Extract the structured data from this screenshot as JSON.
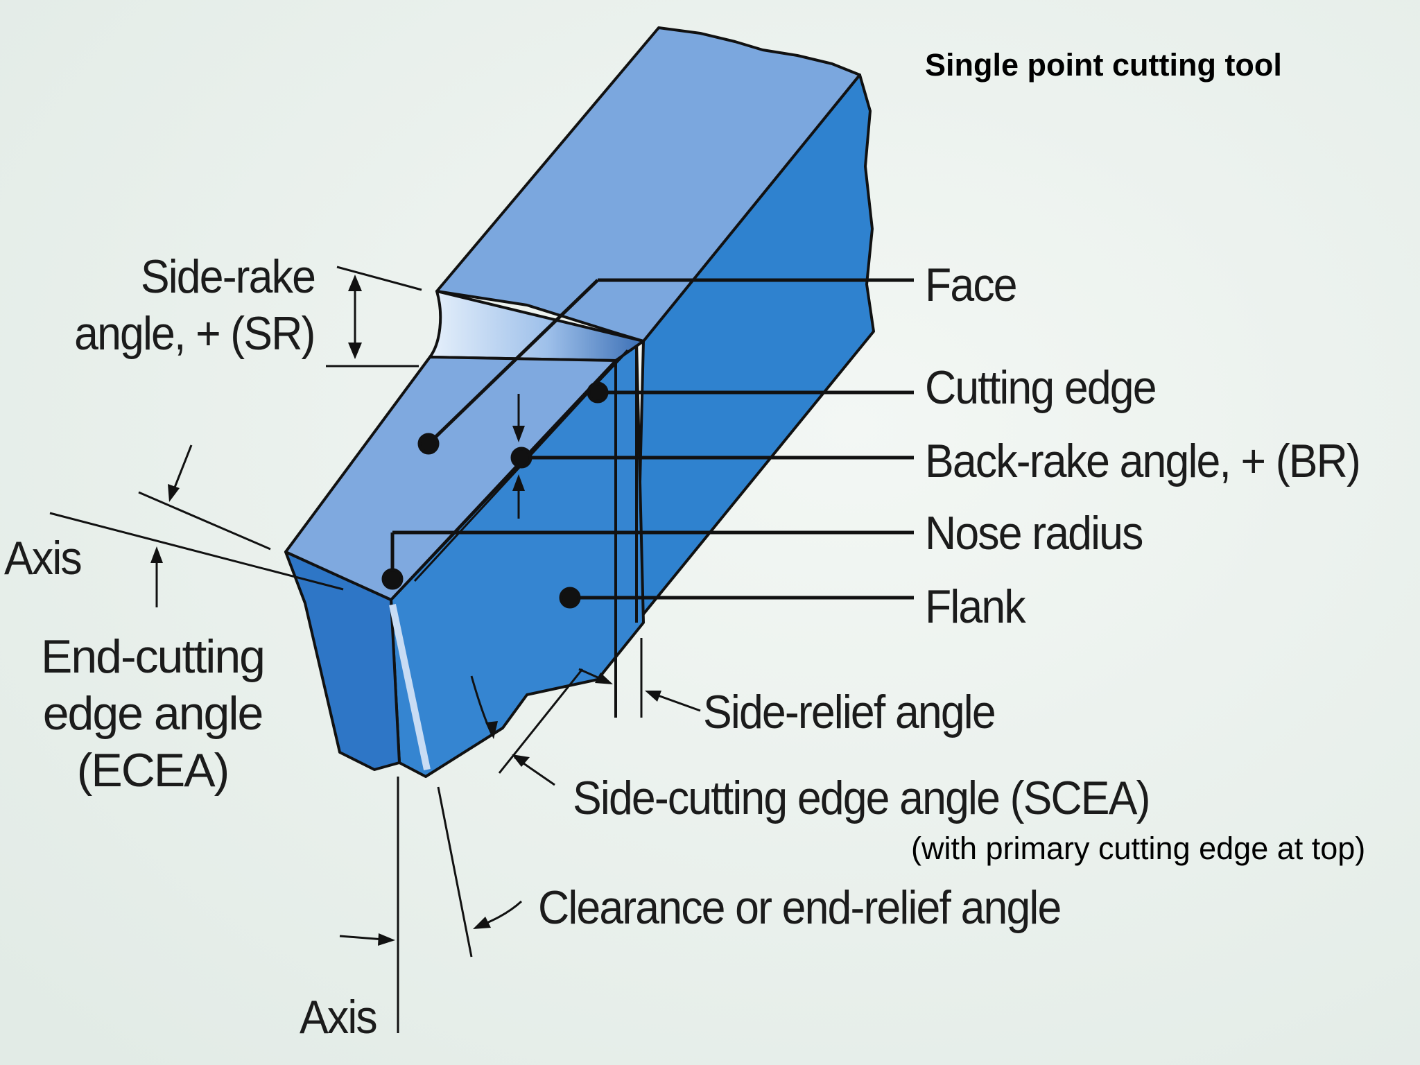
{
  "title": "Single point cutting tool",
  "note": "(with primary cutting edge at top)",
  "colors": {
    "background": "#e9f0ec",
    "face": "#7ba7de",
    "side": "#2f82cf",
    "end": "#2e76c6",
    "highlight": "#c8dcf4",
    "line": "#111111"
  },
  "labels": {
    "side_rake": [
      "Side-rake",
      "angle, + (SR)"
    ],
    "face": "Face",
    "cutting_edge": "Cutting edge",
    "back_rake": "Back-rake angle, + (BR)",
    "nose_radius": "Nose radius",
    "flank": "Flank",
    "axis_left": "Axis",
    "ecea": [
      "End-cutting",
      "edge angle",
      "(ECEA)"
    ],
    "side_relief": "Side-relief angle",
    "scea": "Side-cutting edge angle (SCEA)",
    "clearance": "Clearance or end-relief angle",
    "axis_bottom": "Axis"
  }
}
